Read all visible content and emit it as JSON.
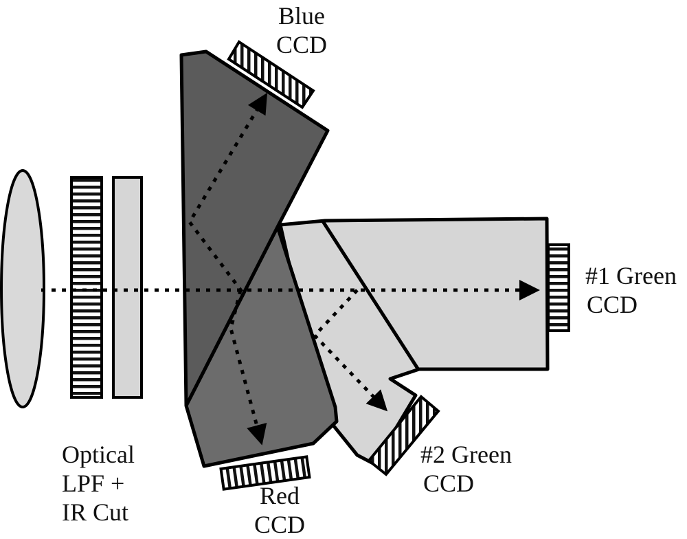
{
  "diagram": {
    "title": "Four-CCD prism beam splitter",
    "labels": {
      "blue_ccd": [
        "Blue",
        "CCD"
      ],
      "red_ccd": [
        "Red",
        "CCD"
      ],
      "green1_ccd": [
        "#1 Green",
        "CCD"
      ],
      "green2_ccd": [
        "#2 Green",
        "CCD"
      ],
      "filter": [
        "Optical",
        "LPF +",
        "IR Cut"
      ]
    },
    "colors": {
      "blue_prism": "#5b5b5b",
      "red_prism": "#6c6c6c",
      "green_prism": "#d6d6d6",
      "lens": "#d9d9d9",
      "outline": "#000000"
    }
  }
}
